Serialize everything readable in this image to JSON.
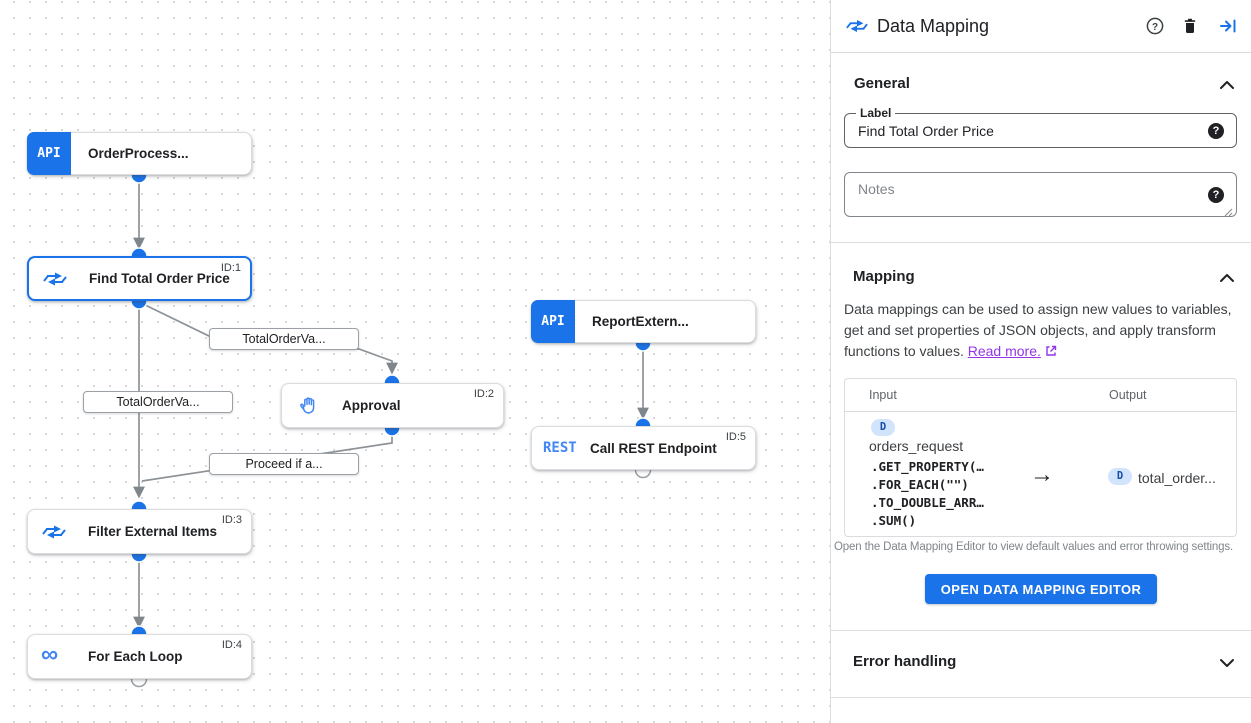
{
  "canvas": {
    "nodes": [
      {
        "label": "OrderProcess...",
        "icon": "api-badge",
        "id_label": ""
      },
      {
        "label": "Find Total Order Price",
        "icon": "data-mapping-icon",
        "id_label": "ID:1",
        "selected": true
      },
      {
        "label": "Approval",
        "icon": "hand-icon",
        "id_label": "ID:2"
      },
      {
        "label": "ReportExtern...",
        "icon": "api-badge",
        "id_label": ""
      },
      {
        "label": "Call REST Endpoint",
        "icon": "rest-badge",
        "id_label": "ID:5"
      },
      {
        "label": "Filter External Items",
        "icon": "data-mapping-icon",
        "id_label": "ID:3"
      },
      {
        "label": "For Each Loop",
        "icon": "infinity-icon",
        "id_label": "ID:4"
      }
    ],
    "badges": {
      "api": "API",
      "rest": "REST"
    },
    "edge_labels": [
      "TotalOrderVa...",
      "TotalOrderVa...",
      "Proceed if a..."
    ]
  },
  "panel": {
    "title": "Data Mapping",
    "header_icons": [
      "help-icon",
      "delete-icon",
      "collapse-panel-icon"
    ],
    "sections": {
      "general": {
        "heading": "General",
        "label_field": {
          "label": "Label",
          "value": "Find Total Order Price"
        },
        "notes_field": {
          "placeholder": "Notes"
        }
      },
      "mapping": {
        "heading": "Mapping",
        "description": "Data mappings can be used to assign new values to variables, get and set properties of JSON objects, and apply transform functions to values.",
        "read_more": "Read more.",
        "table": {
          "input_header": "Input",
          "output_header": "Output",
          "input": {
            "badge": "D",
            "variable": "orders_request",
            "functions": [
              ".GET_PROPERTY(…",
              ".FOR_EACH(\"\")",
              ".TO_DOUBLE_ARR…",
              ".SUM()"
            ]
          },
          "arrow": "→",
          "output": {
            "badge": "D",
            "variable": "total_order..."
          }
        },
        "helper": "Open the Data Mapping Editor to view default values and error throwing settings.",
        "button": "OPEN DATA MAPPING EDITOR"
      },
      "error": {
        "heading": "Error handling"
      }
    },
    "colors": {
      "accent": "#1a73e8",
      "link": "#9334e6",
      "badge_bg": "#d2e3fc"
    }
  }
}
